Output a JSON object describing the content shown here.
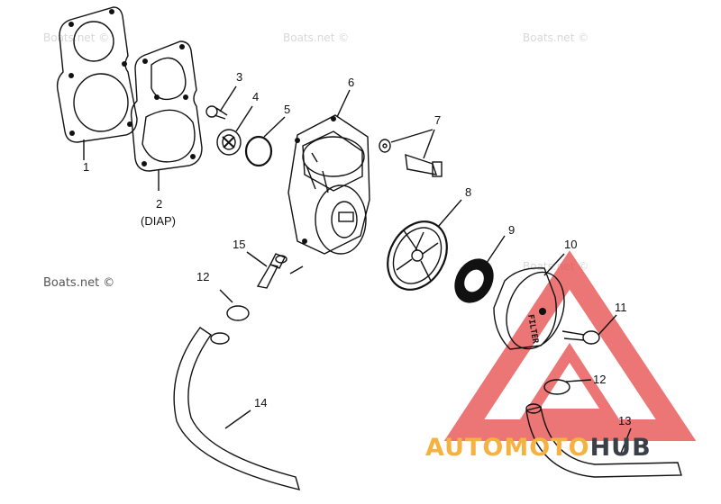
{
  "watermarks": [
    "Boats.net ©",
    "Boats.net ©",
    "Boats.net ©",
    "Boats.net ©",
    "Boats.net ©"
  ],
  "parts": [
    {
      "label": "1"
    },
    {
      "label": "2"
    },
    {
      "label": "(DIAP)"
    },
    {
      "label": "3"
    },
    {
      "label": "4"
    },
    {
      "label": "5"
    },
    {
      "label": "6"
    },
    {
      "label": "7"
    },
    {
      "label": "8"
    },
    {
      "label": "9"
    },
    {
      "label": "10"
    },
    {
      "label": "11"
    },
    {
      "label": "12"
    },
    {
      "label": "12"
    },
    {
      "label": "13"
    },
    {
      "label": "14"
    },
    {
      "label": "15"
    }
  ],
  "filter_text": "FILTER",
  "brand": {
    "part1": "AUTOMOTO",
    "part2": "HUB",
    "color1": "#f5b240",
    "color2": "#3b3f48",
    "triangle_color": "#e64848"
  }
}
